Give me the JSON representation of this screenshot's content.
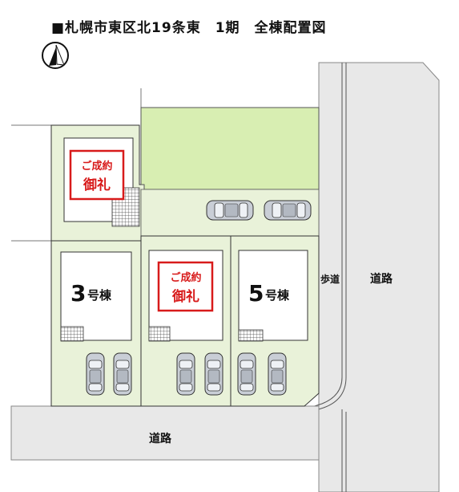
{
  "title": "■札幌市東区北19条東　1期　全棟配置図",
  "compass": {
    "icon": "north-arrow-icon"
  },
  "roads": {
    "bottom_label": "道路",
    "right_label": "道路",
    "sidewalk_label": "歩道"
  },
  "lots": [
    {
      "id": "lot-1",
      "status_top": "ご成約",
      "status_bottom": "御礼"
    },
    {
      "id": "lot-3",
      "number": "3",
      "suffix": "号棟"
    },
    {
      "id": "lot-4",
      "status_top": "ご成約",
      "status_bottom": "御礼"
    },
    {
      "id": "lot-5",
      "number": "5",
      "suffix": "号棟"
    }
  ],
  "colors": {
    "lot_fill": "#e9f2d9",
    "park_fill": "#d8eeb2",
    "road_fill": "#e8e8e8",
    "sold_red": "#d81b1b",
    "car_fill": "#c9ced6"
  }
}
